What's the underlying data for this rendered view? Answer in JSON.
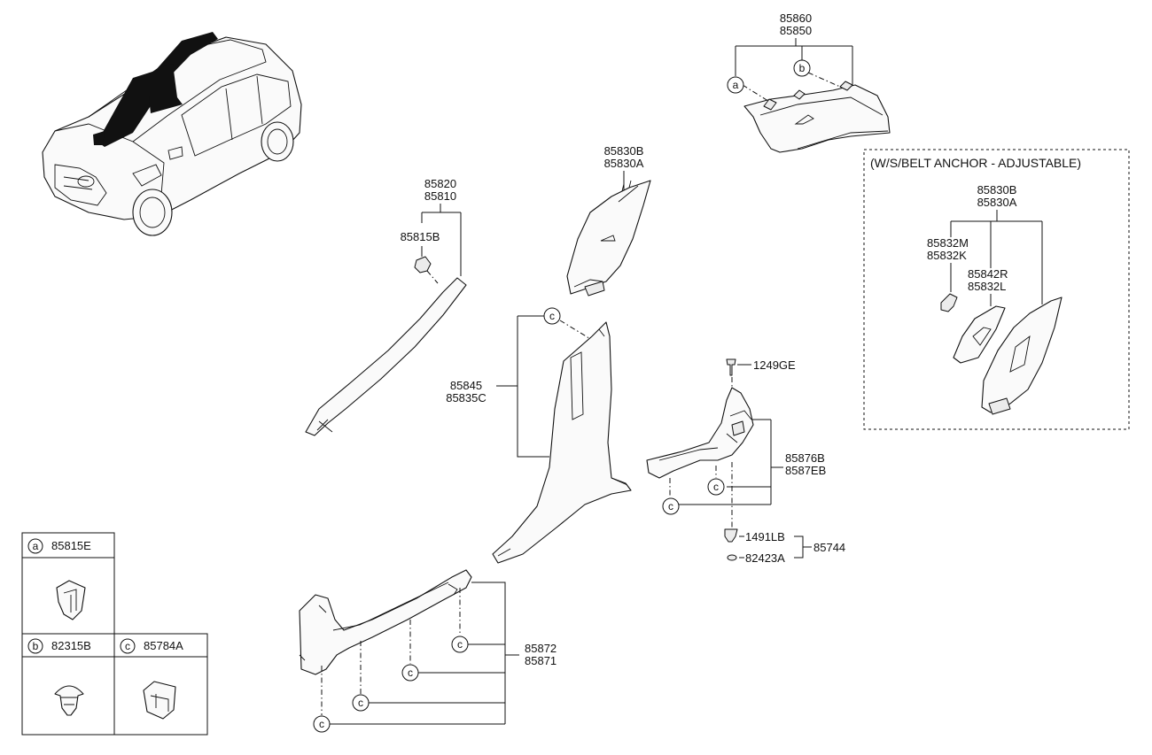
{
  "parts": {
    "roof_trim": [
      "85860",
      "85850"
    ],
    "a_pillar": [
      "85820",
      "85810"
    ],
    "a_pillar_clip": "85815B",
    "b_pillar_upper": [
      "85830B",
      "85830A"
    ],
    "b_pillar_lower": [
      "85845",
      "85835C"
    ],
    "screw": "1249GE",
    "rear_trim": [
      "85876B",
      "8587EB"
    ],
    "fastener_1": "1491LB",
    "fastener_2": "82423A",
    "fastener_set": "85744",
    "sill_trim": [
      "85872",
      "85871"
    ]
  },
  "inset": {
    "title": "(W/S/BELT ANCHOR - ADJUSTABLE)",
    "main": [
      "85830B",
      "85830A"
    ],
    "sub_1": [
      "85832M",
      "85832K"
    ],
    "sub_2": [
      "85842R",
      "85832L"
    ]
  },
  "callouts": {
    "a": "a",
    "b": "b",
    "c": "c"
  },
  "legend": {
    "a": {
      "letter": "a",
      "part": "85815E"
    },
    "b": {
      "letter": "b",
      "part": "82315B"
    },
    "c": {
      "letter": "c",
      "part": "85784A"
    }
  }
}
